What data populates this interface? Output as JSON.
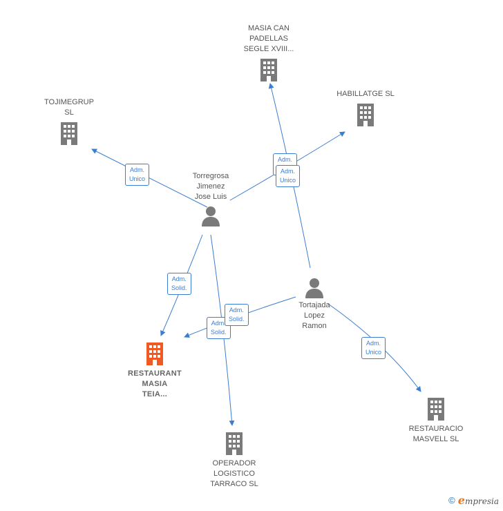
{
  "colors": {
    "edge": "#3a7dd1",
    "building": "#7a7a7a",
    "focus_building": "#f05a22",
    "person": "#7a7a7a"
  },
  "nodes": {
    "masia_can_padellas": {
      "label": "MASIA CAN\nPADELLAS\nSEGLE XVIII...",
      "icon": "building-icon"
    },
    "tojimegrup": {
      "label": "TOJIMEGRUP\nSL",
      "icon": "building-icon"
    },
    "habillatge": {
      "label": "HABILLATGE SL",
      "icon": "building-icon"
    },
    "torregrosa": {
      "label": "Torregrosa\nJimenez\nJose Luis",
      "icon": "person-icon"
    },
    "tortajada": {
      "label": "Tortajada\nLopez\nRamon",
      "icon": "person-icon"
    },
    "restaurant_masia_teia": {
      "label": "RESTAURANT\nMASIA\nTEIA...",
      "icon": "building-icon"
    },
    "operador_logistico": {
      "label": "OPERADOR\nLOGISTICO\nTARRACO SL",
      "icon": "building-icon"
    },
    "restauracio_masvell": {
      "label": "RESTAURACIO\nMASVELL  SL",
      "icon": "building-icon"
    }
  },
  "edge_labels": {
    "adm_unico": "Adm.\nUnico",
    "adm_solid": "Adm.\nSolid."
  },
  "footer": {
    "copyright": "©",
    "brand": "mpresia",
    "brand_initial": "e"
  }
}
